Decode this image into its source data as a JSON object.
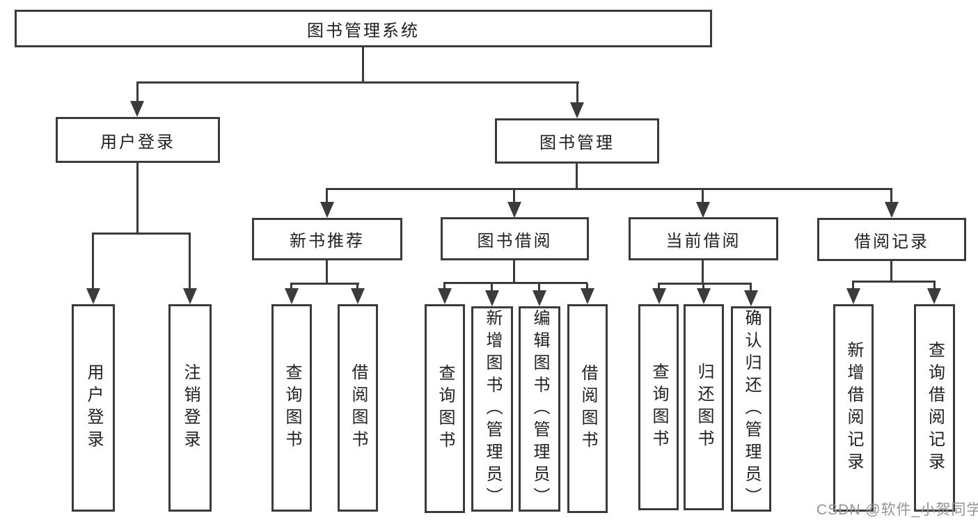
{
  "diagram": {
    "title_node": {
      "label": "图书管理系统"
    },
    "level2": [
      {
        "label": "用户登录"
      },
      {
        "label": "图书管理"
      }
    ],
    "level3": [
      {
        "label": "新书推荐"
      },
      {
        "label": "图书借阅"
      },
      {
        "label": "当前借阅"
      },
      {
        "label": "借阅记录"
      }
    ],
    "leaves": {
      "user_login": [
        "用户登录",
        "注销登录"
      ],
      "new_book": [
        "查询图书",
        "借阅图书"
      ],
      "book_borrow": [
        "查询图书",
        "新增图书（管理员）",
        "编辑图书（管理员）",
        "借阅图书"
      ],
      "current_borrow": [
        "查询图书",
        "归还图书",
        "确认归还（管理员）"
      ],
      "borrow_records": [
        "新增借阅记录",
        "查询借阅记录"
      ]
    }
  },
  "watermark": {
    "text": "CSDN @软件_小贺同学"
  },
  "colors": {
    "line": "#3b3b3b",
    "text": "#212121",
    "bg": "#ffffff",
    "watermark": "#939393"
  }
}
